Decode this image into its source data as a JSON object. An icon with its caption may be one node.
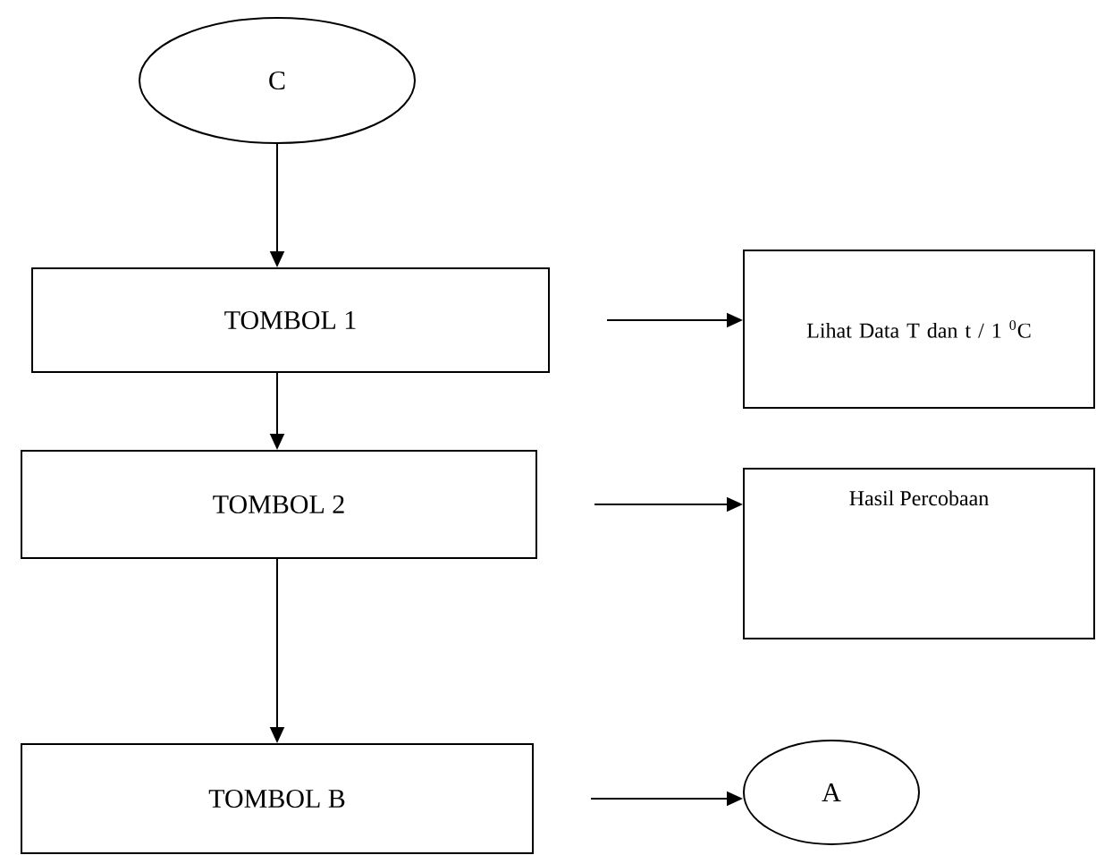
{
  "diagram": {
    "nodes": [
      {
        "text": [
          "C"
        ]
      },
      {
        "text": [
          "TOMBOL 1"
        ]
      },
      {
        "text": [
          "Lihat Data T dan t / 1 $^{0}$C"
        ]
      },
      {
        "text": [
          "TOMBOL 2"
        ]
      },
      {
        "text": [
          "Hasil Percobaan"
        ]
      },
      {
        "text": [
          "TOMBOL B"
        ]
      },
      {
        "text": [
          "A"
        ]
      }
    ],
    "edges": [
      {
        "from": 0,
        "to": 1,
        "arrow": "to"
      },
      {
        "from": 1,
        "to": 2,
        "arrow": "to"
      },
      {
        "from": 1,
        "to": 3,
        "arrow": "to"
      },
      {
        "from": 3,
        "to": 4,
        "arrow": "to"
      },
      {
        "from": 3,
        "to": 5,
        "arrow": "to"
      },
      {
        "from": 5,
        "to": 6,
        "arrow": "to"
      }
    ]
  }
}
